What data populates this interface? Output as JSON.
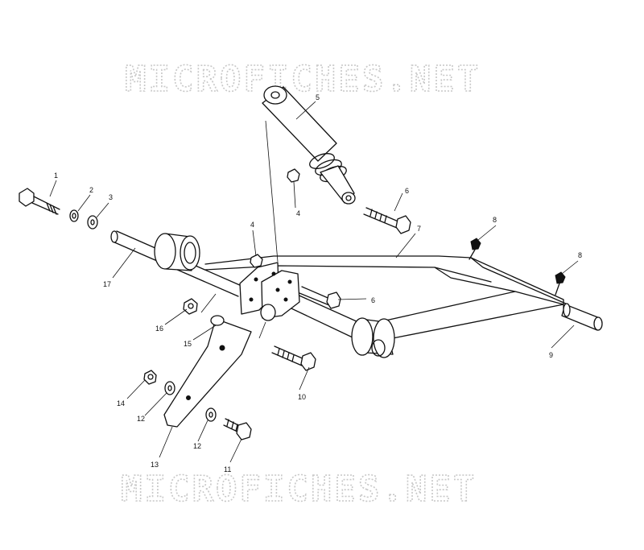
{
  "watermark": {
    "top": "MICROFICHES.NET",
    "bottom": "MICROFICHES.NET"
  },
  "callouts": [
    "1",
    "2",
    "3",
    "4",
    "4",
    "5",
    "6",
    "6",
    "7",
    "8",
    "8",
    "9",
    "10",
    "11",
    "12",
    "12",
    "13",
    "14",
    "15",
    "16",
    "17"
  ]
}
